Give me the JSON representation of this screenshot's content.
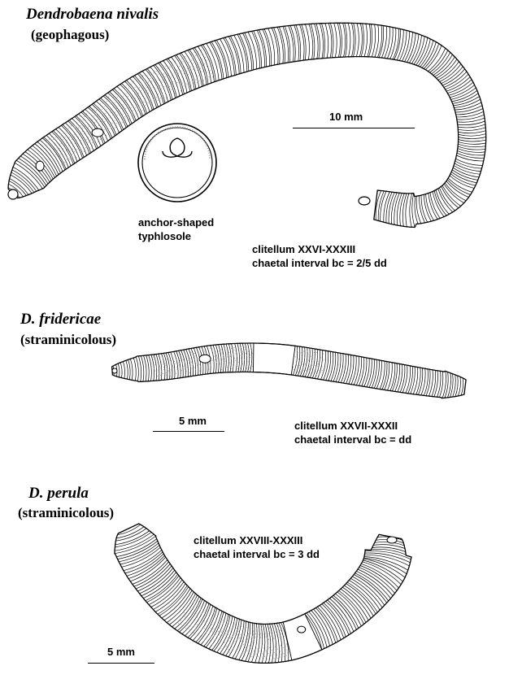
{
  "colors": {
    "ink": "#000000",
    "paper": "#ffffff",
    "stipple": "#9a9a9a"
  },
  "species": [
    {
      "name": "Dendrobaena nivalis",
      "habit": "(geophagous)",
      "clitellum": "clitellum XXVI-XXXIII",
      "chaetal_interval": "chaetal interval bc = 2/5 dd",
      "scale_label": "10 mm",
      "typhlosole_label_1": "anchor-shaped",
      "typhlosole_label_2": "typhlosole"
    },
    {
      "name": "D. fridericae",
      "habit": "(straminicolous)",
      "clitellum": "clitellum XXVII-XXXII",
      "chaetal_interval": "chaetal interval bc = dd",
      "scale_label": "5 mm"
    },
    {
      "name": "D. perula",
      "habit": "(straminicolous)",
      "clitellum": "clitellum XXVIII-XXXIII",
      "chaetal_interval": "chaetal interval bc = 3 dd",
      "scale_label": "5 mm"
    }
  ]
}
